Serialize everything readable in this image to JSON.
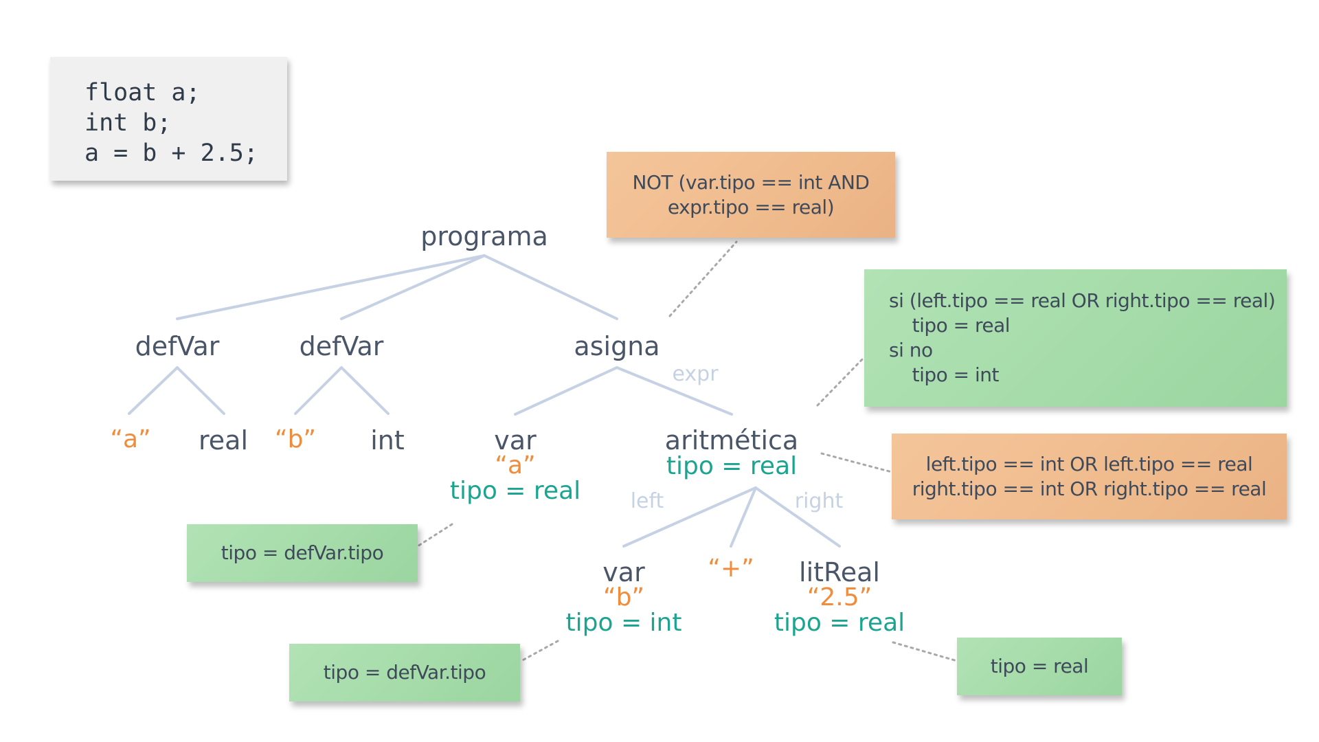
{
  "code": {
    "lines": [
      "float a;",
      "int b;",
      "a = b + 2.5;"
    ]
  },
  "tree": {
    "programa": "programa",
    "defvar1": {
      "label": "defVar",
      "name": "“a”",
      "type": "real"
    },
    "defvar2": {
      "label": "defVar",
      "name": "“b”",
      "type": "int"
    },
    "asigna": "asigna",
    "expr_label": "expr",
    "var_a": {
      "label": "var",
      "name": "“a”",
      "attr": "tipo = real"
    },
    "aritmetica": {
      "label": "aritmética",
      "attr": "tipo = real"
    },
    "left_label": "left",
    "right_label": "right",
    "var_b": {
      "label": "var",
      "name": "“b”",
      "attr": "tipo = int"
    },
    "plus": "“+”",
    "litreal": {
      "label": "litReal",
      "value": "“2.5”",
      "attr": "tipo = real"
    }
  },
  "notes": {
    "asigna_constraint": [
      "NOT (var.tipo == int AND",
      "expr.tipo == real)"
    ],
    "aritmetica_rule": [
      "si (left.tipo == real OR right.tipo == real)",
      "    tipo = real",
      "si no",
      "    tipo = int"
    ],
    "aritmetica_constraint": [
      "left.tipo == int OR left.tipo == real",
      "right.tipo == int OR right.tipo == real"
    ],
    "var_a_rule": "tipo = defVar.tipo",
    "var_b_rule": "tipo = defVar.tipo",
    "litreal_rule": "tipo = real"
  },
  "colors": {
    "node_label": "#4a5668",
    "value": "#f08c3c",
    "attribute": "#1ba590",
    "edge": "#c6d2e4",
    "edge_label": "#c6d2e4",
    "connector": "#a8a8a8",
    "note_green": "#a4dba8",
    "note_orange": "#efbb8d",
    "code_bg": "#f0f0f0"
  }
}
